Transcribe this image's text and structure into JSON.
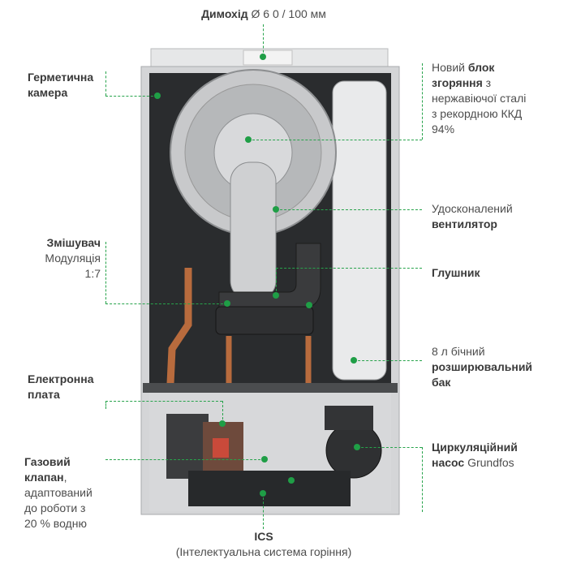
{
  "labels": {
    "flue": {
      "bold": "Димохід",
      "rest": " Ø 6 0 / 100 мм"
    },
    "sealed_chamber": {
      "line1": "Герметична",
      "line2": "камера"
    },
    "burner_block": {
      "l1_pre": "Новий ",
      "l1_bold": "блок",
      "l2_bold": "згоряння",
      "l2_rest": " з",
      "l3": "нержавіючої сталі",
      "l4": "з рекордною ККД",
      "l5": "94%"
    },
    "fan": {
      "line1": "Удосконалений",
      "line2_bold": "вентилятор"
    },
    "mixer": {
      "bold": "Змішувач",
      "line2": "Модуляція",
      "line3": "1:7"
    },
    "silencer": {
      "bold": "Глушник"
    },
    "expansion_tank": {
      "line1": "8 л бічний",
      "line2_bold": "розширювальний",
      "line3_bold": "бак"
    },
    "board": {
      "line1": "Електронна",
      "line2": "плата"
    },
    "pump": {
      "line1_bold": "Циркуляційний",
      "line2_bold": "насос",
      "line2_rest": " Grundfos"
    },
    "gas_valve": {
      "line1_bold": "Газовий",
      "line2_bold": "клапан",
      "line2_rest": ",",
      "line3": "адаптований",
      "line4": "до роботи з",
      "line5": "20 % водню"
    },
    "ics": {
      "bold": "ICS",
      "line2": "(Інтелектуальна система горіння)"
    }
  },
  "colors": {
    "accent": "#1f9e46",
    "frame": "#d9dadb",
    "interior": "#2b2d2f"
  }
}
